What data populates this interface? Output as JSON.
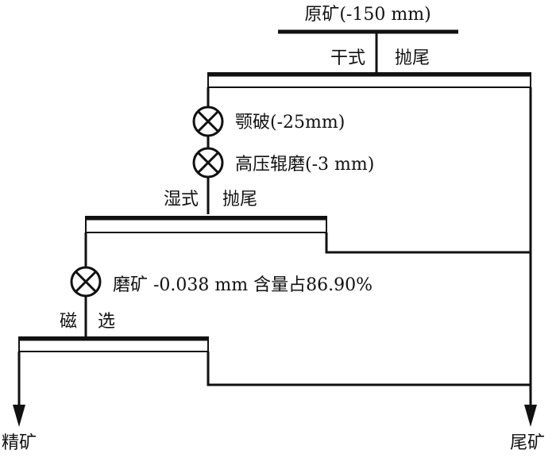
{
  "feed": {
    "label": "原矿(-150 mm)"
  },
  "stage_dry": {
    "label_left": "干式",
    "label_right": "抛尾"
  },
  "crusher": {
    "label": "颚破(-25mm)"
  },
  "hpgr": {
    "label": "高压辊磨(-3 mm)"
  },
  "stage_wet": {
    "label_left": "湿式",
    "label_right": "抛尾"
  },
  "grinding": {
    "label": "磨矿 -0.038 mm 含量占86.90%"
  },
  "stage_mag": {
    "label_left": "磁",
    "label_right": "选"
  },
  "outputs": {
    "concentrate": "精矿",
    "tailings": "尾矿"
  },
  "colors": {
    "line": "#111111",
    "background": "#ffffff"
  },
  "icons": {
    "process_step": "circle-x-icon",
    "output_arrow": "arrow-down-icon"
  }
}
